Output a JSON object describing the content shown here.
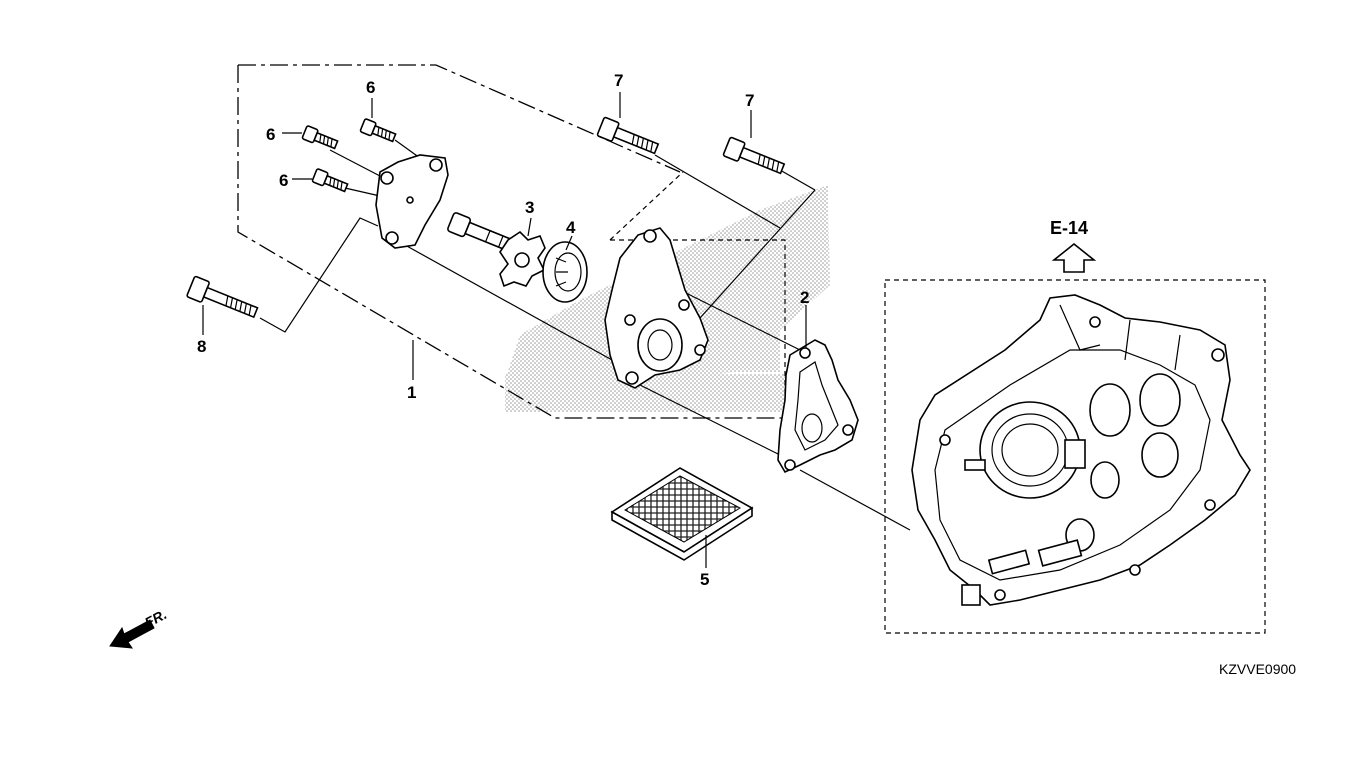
{
  "callouts": {
    "c1": "1",
    "c2": "2",
    "c3": "3",
    "c4": "4",
    "c5": "5",
    "c6a": "6",
    "c6b": "6",
    "c6c": "6",
    "c7a": "7",
    "c7b": "7",
    "c8": "8"
  },
  "section_ref": "E-14",
  "direction_label": "FR.",
  "diagram_code": "KZVVE0900",
  "icons": {
    "up_arrow": "outline-up-arrow-icon",
    "front_arrow": "front-direction-arrow-icon"
  }
}
